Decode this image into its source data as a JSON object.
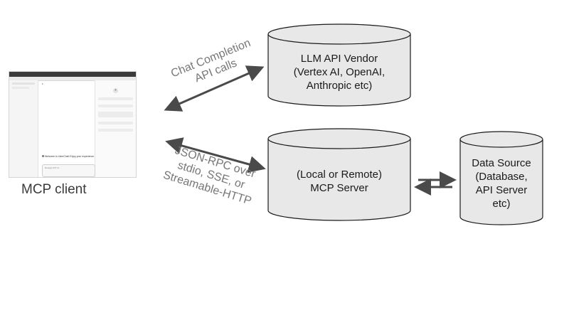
{
  "client": {
    "caption": "MCP client",
    "welcome_text": "Welcome to LibreChat! Enjoy your experience.",
    "composer_placeholder": "Message GPT-4o"
  },
  "llm_vendor": {
    "line1": "LLM API Vendor",
    "line2": "(Vertex AI, OpenAI,",
    "line3": "Anthropic etc)"
  },
  "mcp_server": {
    "line1": "(Local or Remote)",
    "line2": "MCP Server"
  },
  "data_source": {
    "line1": "Data Source",
    "line2": "(Database,",
    "line3": "API Server",
    "line4": "etc)"
  },
  "arrows": {
    "chat_completion": {
      "line1": "Chat Completion",
      "line2": "API calls"
    },
    "json_rpc": {
      "line1": "JSON-RPC over",
      "line2": "stdio, SSE, or",
      "line3": "Streamable-HTTP"
    }
  },
  "colors": {
    "cylinder_fill": "#e8e8e8",
    "cylinder_stroke": "#1a1a1a",
    "arrow": "#4a4a4a",
    "label": "#777777"
  }
}
